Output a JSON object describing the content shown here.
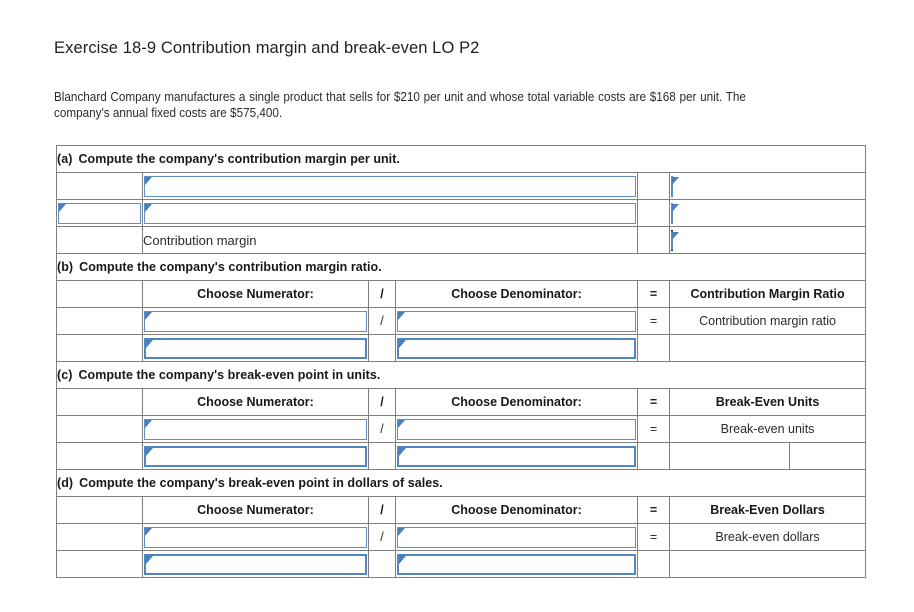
{
  "page": {
    "title": "Exercise 18-9 Contribution margin and break-even LO P2",
    "problem": "Blanchard Company manufactures a single product that sells for $210 per unit and whose total variable costs are $168 per unit. The company's annual fixed costs are $575,400."
  },
  "facts": {
    "selling_price_per_unit": "$210",
    "variable_cost_per_unit": "$168",
    "annual_fixed_costs": "$575,400"
  },
  "columns": {
    "numerator": "Choose Numerator:",
    "denominator": "Choose Denominator:",
    "divide": "/",
    "equals": "="
  },
  "sections": [
    {
      "id": "a",
      "tag": "(a)",
      "heading": "Compute the company's contribution margin per unit.",
      "kind": "simple",
      "rows": [
        {
          "left_value": "",
          "left_editable": false,
          "mid_value": "",
          "mid_editable": true,
          "right_value": "",
          "right_editable": false
        },
        {
          "left_value": "",
          "left_editable": true,
          "mid_value": "",
          "mid_editable": true,
          "right_value": "",
          "right_editable": false
        },
        {
          "left_value": "",
          "left_editable": false,
          "label": "Contribution margin",
          "mid_value": "",
          "answer": true
        }
      ]
    },
    {
      "id": "b",
      "tag": "(b)",
      "heading": "Compute the company's contribution margin ratio.",
      "kind": "formula",
      "result_header": "Contribution Margin Ratio",
      "result_label": "Contribution margin ratio",
      "numerator_value": "",
      "denominator_value": "",
      "numerator_value_2": "",
      "denominator_value_2": "",
      "answer_value": "",
      "answer_split": false
    },
    {
      "id": "c",
      "tag": "(c)",
      "heading": "Compute the company's break-even point in units.",
      "kind": "formula",
      "result_header": "Break-Even Units",
      "result_label": "Break-even units",
      "numerator_value": "",
      "denominator_value": "",
      "numerator_value_2": "",
      "denominator_value_2": "",
      "answer_value": "",
      "answer_value_2": "",
      "answer_split": true
    },
    {
      "id": "d",
      "tag": "(d)",
      "heading": "Compute the company's break-even point in dollars of sales.",
      "kind": "formula",
      "result_header": "Break-Even Dollars",
      "result_label": "Break-even dollars",
      "numerator_value": "",
      "denominator_value": "",
      "numerator_value_2": "",
      "denominator_value_2": "",
      "answer_value": "",
      "answer_split": false
    }
  ],
  "colors": {
    "header_blue": "#7ba7dc",
    "answer_yellow": "#ffffb0",
    "grid_gray": "#808080",
    "input_border_blue": "#5f8fc4",
    "text": "#2b2b2b"
  },
  "icons": {
    "dropdown_marker": "dropdown-marker-icon"
  }
}
